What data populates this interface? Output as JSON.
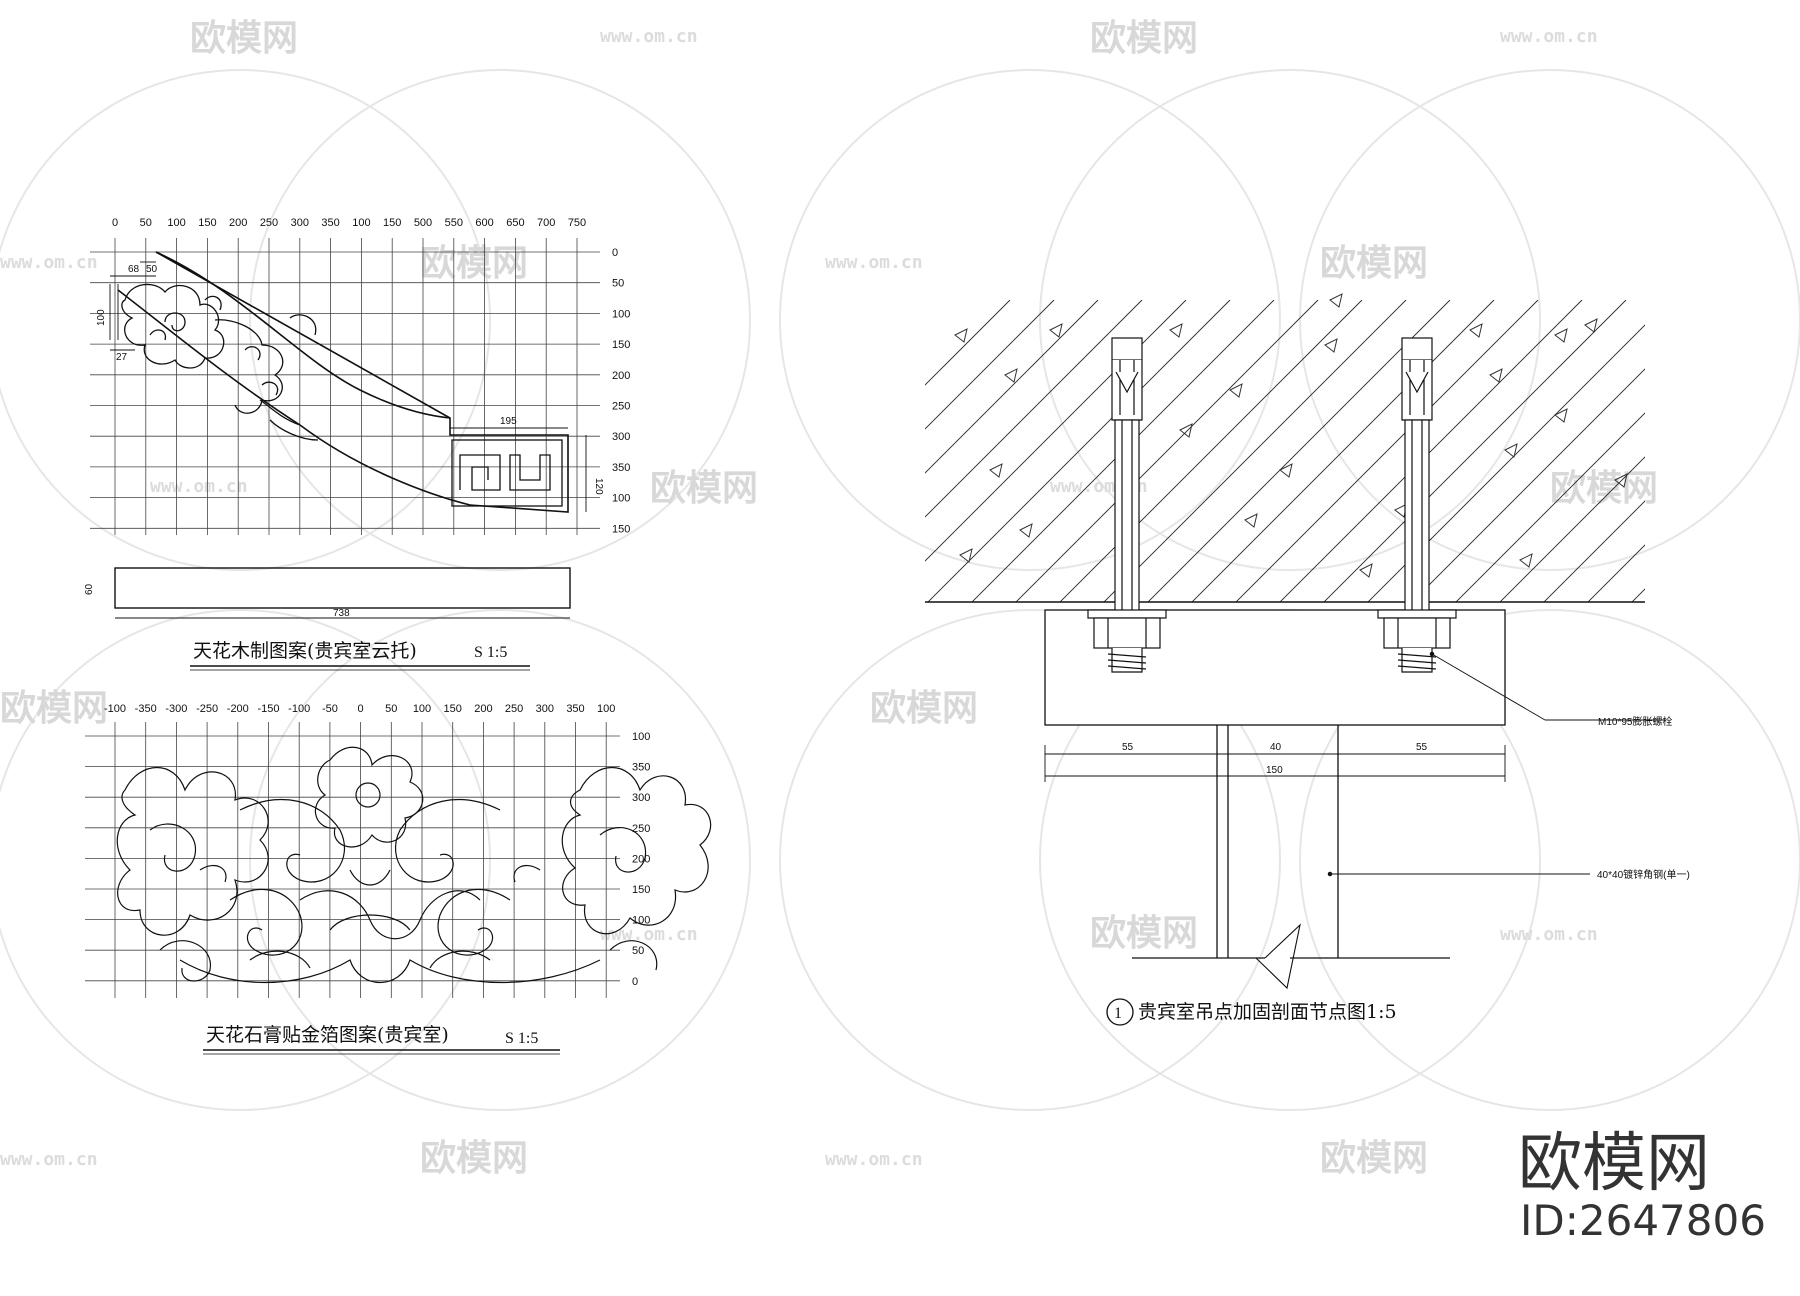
{
  "watermark": {
    "brand": "欧模网",
    "url": "www.om.cn",
    "id_label": "ID:2647806"
  },
  "panel_top_left": {
    "top_ticks": [
      "0",
      "50",
      "100",
      "150",
      "200",
      "250",
      "300",
      "350",
      "100",
      "150",
      "500",
      "550",
      "600",
      "650",
      "700",
      "750"
    ],
    "right_ticks": [
      "0",
      "50",
      "100",
      "150",
      "200",
      "250",
      "300",
      "350",
      "100",
      "150"
    ],
    "dims": {
      "d_68": "68",
      "d_50": "50",
      "d_100": "100",
      "d_27": "27",
      "d_195": "195",
      "d_120": "120",
      "d_60": "60",
      "d_738": "738"
    },
    "title": "天花木制图案(贵宾室云托)",
    "scale": "S 1:5"
  },
  "panel_bottom_left": {
    "top_ticks": [
      "-100",
      "-350",
      "-300",
      "-250",
      "-200",
      "-150",
      "-100",
      "-50",
      "0",
      "50",
      "100",
      "150",
      "200",
      "250",
      "300",
      "350",
      "100"
    ],
    "right_ticks": [
      "100",
      "350",
      "300",
      "250",
      "200",
      "150",
      "100",
      "50",
      "0"
    ],
    "title": "天花石膏贴金箔图案(贵宾室)",
    "scale": "S 1:5"
  },
  "panel_right": {
    "dims": {
      "d_55a": "55",
      "d_40": "40",
      "d_55b": "55",
      "d_150": "150"
    },
    "bolt_label": "M10*95膨胀螺栓",
    "angle_label": "40*40镀锌角钢(单一)",
    "detail_number": "1",
    "title": "贵宾室吊点加固剖面节点图1:5"
  }
}
